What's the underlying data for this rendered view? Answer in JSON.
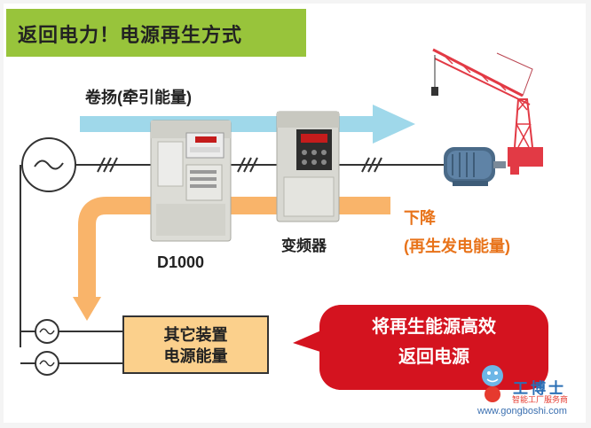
{
  "title": "返回电力！电源再生方式",
  "labels": {
    "traction": "卷扬(牵引能量)",
    "descent": "下降",
    "regen_energy": "(再生发电能量)",
    "device_d1000": "D1000",
    "inverter": "变频器",
    "other_devices_line1": "其它装置",
    "other_devices_line2": "电源能量"
  },
  "callout": {
    "line1": "将再生能源高效",
    "line2": "返回电源"
  },
  "watermark": {
    "name": "工博士",
    "subtitle": "智能工厂服务商",
    "url": "www.gongboshi.com"
  },
  "colors": {
    "title_bg": "#98c43b",
    "traction_arrow": "#9fd8ea",
    "regen_arrow": "#f9b46a",
    "callout_bg": "#d4131f",
    "other_box_bg": "#fbd08c",
    "crane": "#e23a45"
  }
}
